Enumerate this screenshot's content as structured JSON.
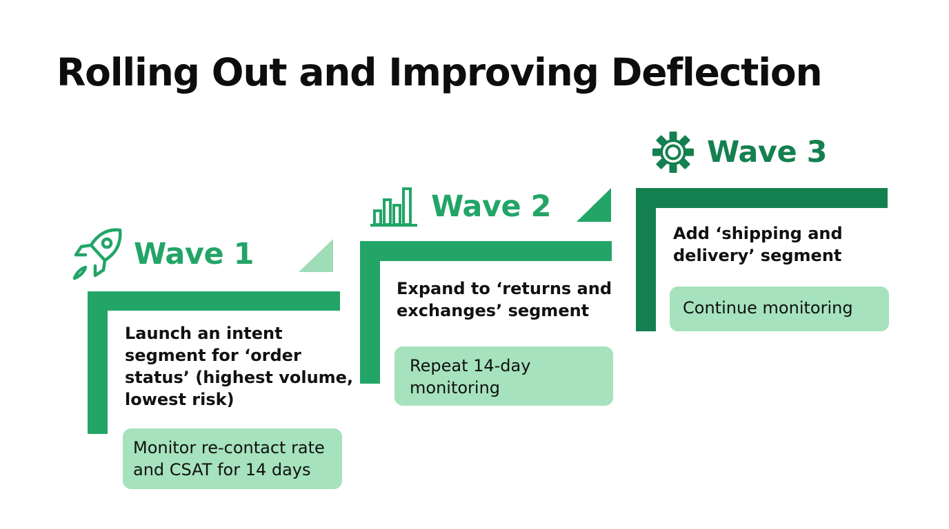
{
  "title": "Rolling Out and Improving Deflection",
  "colors": {
    "green": "#22a567",
    "dark_green": "#15804f",
    "light_green": "#9fdcb8",
    "note_fill": "#a5e2bd"
  },
  "waves": [
    {
      "label": "Wave 1",
      "icon": "rocket-icon",
      "description": [
        "Launch an intent",
        "segment for ‘order",
        "status’ (highest volume,",
        "lowest risk)"
      ],
      "note": [
        "Monitor re-contact rate",
        "and CSAT for 14 days"
      ]
    },
    {
      "label": "Wave 2",
      "icon": "bar-chart-icon",
      "description": [
        "Expand to ‘returns and",
        "exchanges’ segment"
      ],
      "note": [
        "Repeat 14-day",
        "monitoring"
      ]
    },
    {
      "label": "Wave 3",
      "icon": "gear-icon",
      "description": [
        "Add ‘shipping and",
        "delivery’ segment"
      ],
      "note": [
        "Continue monitoring"
      ]
    }
  ]
}
